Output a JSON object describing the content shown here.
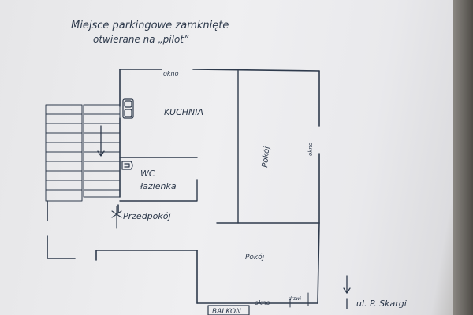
{
  "title": {
    "line1": "Miejsce parkingowe zamknięte",
    "line2": "otwierane na „pilot”"
  },
  "labels": {
    "okno_top": "okno",
    "kuchnia": "KUCHNIA",
    "pokoj_right": "Pokój",
    "okno_right": "okno",
    "wc": "WC",
    "lazienka": "łazienka",
    "przedpokoj": "Przedpokój",
    "pokoj_bottom": "Pokój",
    "okno_bottom": "okno",
    "drzwi": "drzwi",
    "balkon": "BALKON",
    "street": "ul. P. Skargi"
  },
  "colors": {
    "ink": "#2e3a4c",
    "paper": "#ececee"
  }
}
